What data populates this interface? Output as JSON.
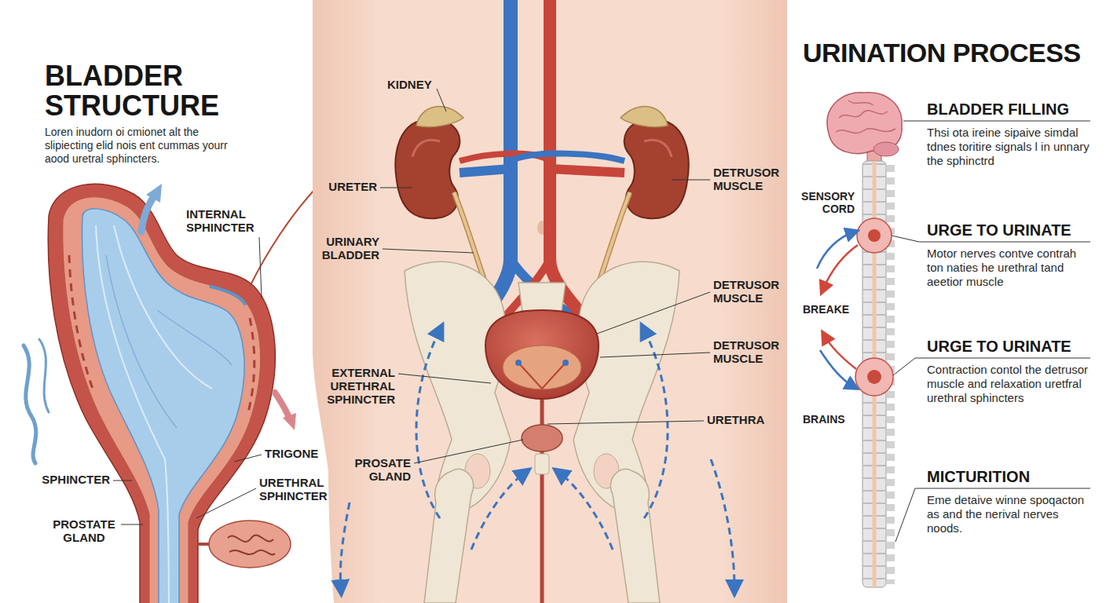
{
  "diagram": {
    "labels": [
      "BLADDER STRUCTURE",
      "Loren inudorn oi cmionet alt the slipiecting elid nois ent cummas yourr aood uretral sphincters.",
      "INTERNAL SPHINCTER",
      "TRIGONE",
      "SPHINCTER",
      "URETHRAL SPHINCTER",
      "PROSTATE GLAND",
      "KIDNEY",
      "URETER",
      "DETRUSOR MUSCLE",
      "URINARY BLADDER",
      "DETRUSOR MUSCLE",
      "EXTERNAL URETHRAL SPHINCTER",
      "DETRUSOR MUSCLE",
      "URETHRA",
      "PROSATE GLAND",
      "URINATION PROCESS",
      "BLADDER FILLING",
      "Thsi ota ireine sipaive simdal tdnes toritire signals l in unnary the sphinctrd",
      "SENSORY CORD",
      "URGE TO URINATE",
      "Motor nerves contve contrah ton naties he urethral tand aeetior muscle",
      "BREAKE",
      "URGE TO URINATE",
      "Contraction contol the detrusor muscle and relaxation uretfral urethral sphincters",
      "BRAINS",
      "MICTURITION",
      "Eme detaive winne spoqacton as and the nerival nerves noods."
    ]
  }
}
